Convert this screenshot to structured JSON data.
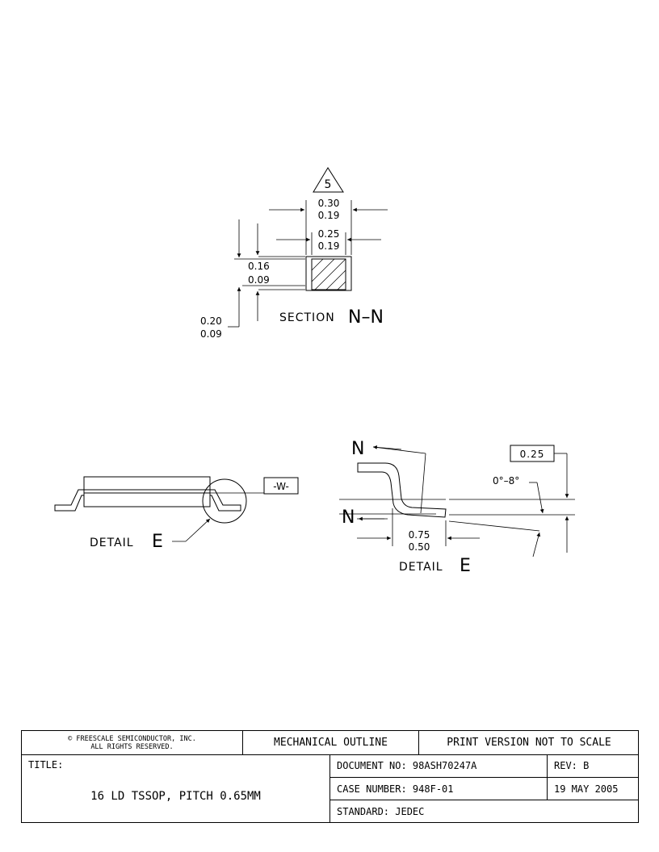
{
  "section_nn": {
    "note_number": "5",
    "dim_outer_max": "0.30",
    "dim_outer_min": "0.19",
    "dim_inner_max": "0.25",
    "dim_inner_min": "0.19",
    "dim_thick_max": "0.16",
    "dim_thick_min": "0.09",
    "dim_total_max": "0.20",
    "dim_total_min": "0.09",
    "label_word": "SECTION",
    "label_id": "N–N"
  },
  "side_view": {
    "datum_label": "-W-",
    "detail_word": "DETAIL",
    "detail_letter": "E"
  },
  "detail_e": {
    "section_marker": "N",
    "tolerance": "0.25",
    "angle": "0°–8°",
    "dim_max": "0.75",
    "dim_min": "0.50",
    "detail_word": "DETAIL",
    "detail_letter": "E"
  },
  "title_block": {
    "copyright_line1": "© FREESCALE SEMICONDUCTOR, INC.",
    "copyright_line2": "ALL RIGHTS RESERVED.",
    "mechanical_outline": "MECHANICAL OUTLINE",
    "print_version": "PRINT VERSION NOT TO SCALE",
    "title_label": "TITLE:",
    "title": "16 LD TSSOP, PITCH 0.65MM",
    "document_no": "DOCUMENT NO: 98ASH70247A",
    "rev": "REV: B",
    "case_number": "CASE NUMBER: 948F-01",
    "date": "19 MAY 2005",
    "standard": "STANDARD: JEDEC"
  }
}
